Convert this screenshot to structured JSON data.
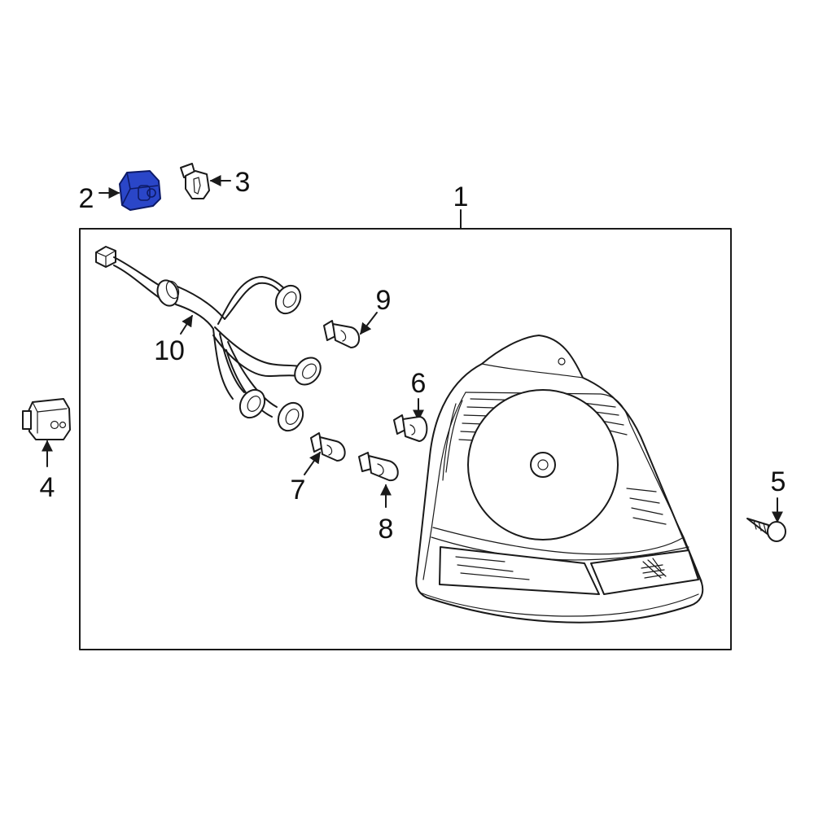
{
  "callouts": {
    "c1": "1",
    "c2": "2",
    "c3": "3",
    "c4": "4",
    "c5": "5",
    "c6": "6",
    "c7": "7",
    "c8": "8",
    "c9": "9",
    "c10": "10"
  },
  "colors": {
    "highlight_part": "#2a46c8",
    "line": "#1a1a1a",
    "background": "#ffffff"
  }
}
